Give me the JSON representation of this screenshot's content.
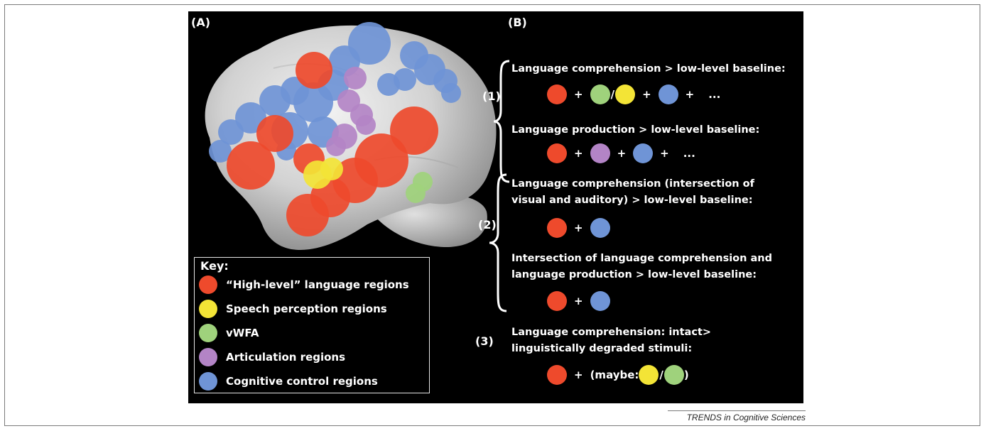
{
  "colors": {
    "language": "#ee4a2c",
    "speech": "#f3e436",
    "vwfa": "#9fd27c",
    "articulation": "#b384c6",
    "cognitive": "#6f94d6"
  },
  "panel_a": {
    "label": "(A)"
  },
  "panel_b": {
    "label": "(B)"
  },
  "key": {
    "title": "Key:",
    "items": [
      {
        "label": "“High-level” language regions",
        "color": "#ee4a2c"
      },
      {
        "label": "Speech perception regions",
        "color": "#f3e436"
      },
      {
        "label": "vWFA",
        "color": "#9fd27c"
      },
      {
        "label": "Articulation regions",
        "color": "#b384c6"
      },
      {
        "label": "Cognitive control regions",
        "color": "#6f94d6"
      }
    ]
  },
  "group1": {
    "number": "(1)",
    "a_text": "Language comprehension > low-level baseline:",
    "b_text": "Language production > low-level baseline:"
  },
  "group2": {
    "number": "(2)",
    "a_line1": "Language comprehension (intersection of",
    "a_line2": "visual and auditory) > low-level baseline:",
    "b_line1": "Intersection of language comprehension and",
    "b_line2": "language production > low-level baseline:"
  },
  "group3": {
    "number": "(3)",
    "line1": "Language comprehension: intact>",
    "line2": "linguistically degraded stimuli:",
    "maybe_open": "(maybe:",
    "maybe_close": ")"
  },
  "symbols": {
    "plus": "+",
    "slash": "/",
    "ellipsis": "..."
  },
  "caption": "TRENDS in Cognitive Sciences"
}
